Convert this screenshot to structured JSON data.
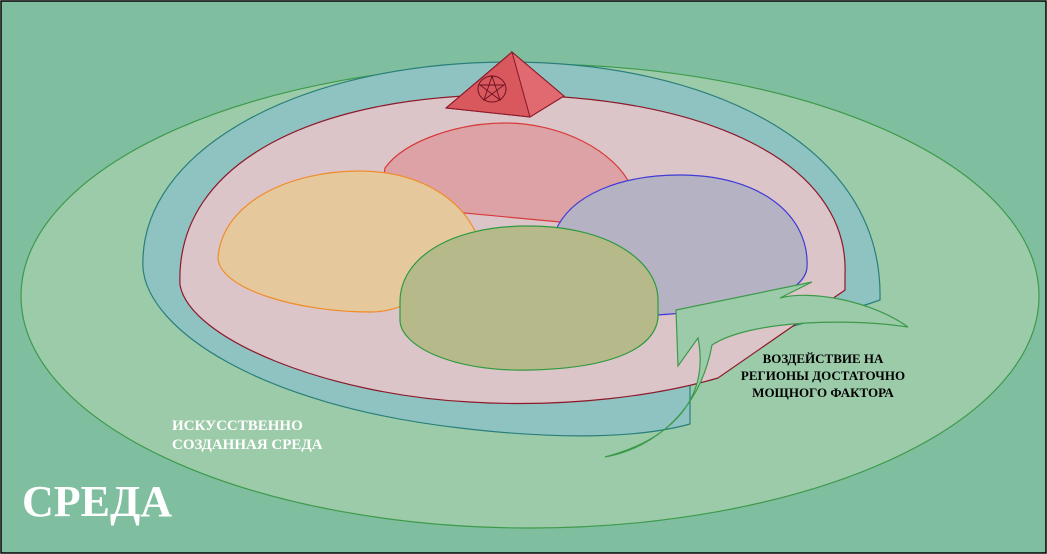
{
  "labels": {
    "environment": "СРЕДА",
    "artificial_env_line1": "ИСКУССТВЕННО",
    "artificial_env_line2": "СОЗДАННАЯ СРЕДА",
    "impact_line1": "ВОЗДЕЙСТВИЕ НА",
    "impact_line2": "РЕГИОНЫ ДОСТАТОЧНО",
    "impact_line3": "МОЩНОГО ФАКТОРА"
  },
  "colors": {
    "background": "#7fbfa0",
    "outer_environment": "#9ccbaa",
    "artificial_ring": "#8fc3c1",
    "inner_region": "#dcc5c9",
    "region_red": "#dda2a6",
    "region_orange": "#e5c99d",
    "region_blue": "#b5b3c3",
    "region_green": "#b6b98a",
    "pyramid": "#d9585e",
    "arrow": "#9ccbaa"
  }
}
